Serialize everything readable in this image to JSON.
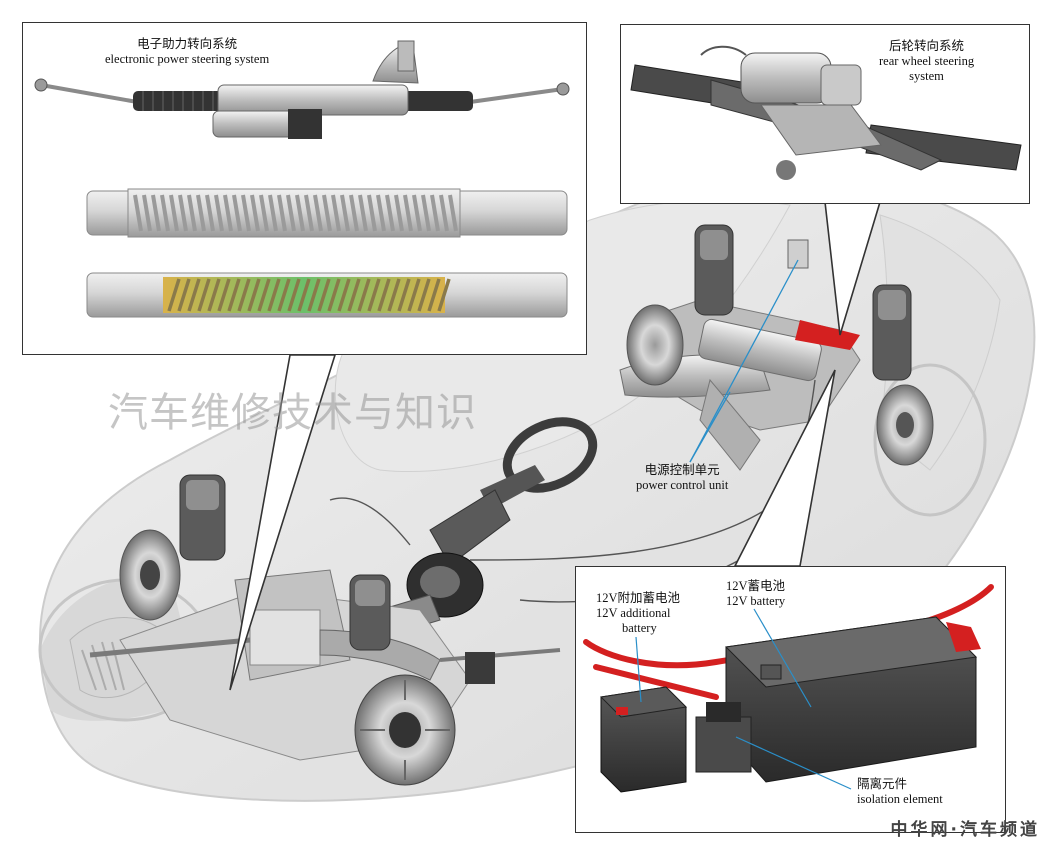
{
  "callouts": {
    "eps_cn": "电子助力转向系统",
    "eps_en": "electronic power steering system",
    "rws_cn": "后轮转向系统",
    "rws_en_1": "rear wheel steering",
    "rws_en_2": "system",
    "pcu_cn": "电源控制单元",
    "pcu_en": "power control unit",
    "battery_cn": "12V蓄电池",
    "battery_en": "12V battery",
    "aux_battery_cn": "12V附加蓄电池",
    "aux_battery_en_1": "12V additional",
    "aux_battery_en_2": "battery",
    "isolation_cn": "隔离元件",
    "isolation_en": "isolation element"
  },
  "watermark": "汽车维修技术与知识",
  "footer": "中华网·汽车频道",
  "colors": {
    "leader_line": "#2a8fc9",
    "box_border": "#333333",
    "battery_red": "#d42020",
    "rack_gradient": [
      "#d9b24a",
      "#6cc06a",
      "#d9b24a"
    ]
  }
}
